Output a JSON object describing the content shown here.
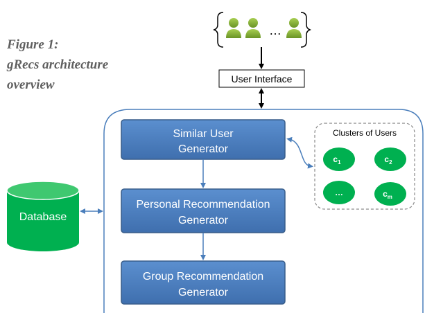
{
  "caption": {
    "line1": "Figure 1:",
    "line2": "gRecs architecture",
    "line3": "overview"
  },
  "users": {
    "ellipsis": "…"
  },
  "user_interface": {
    "label": "User Interface"
  },
  "database": {
    "label": "Database"
  },
  "modules": {
    "similar_user": {
      "line1": "Similar User",
      "line2": "Generator"
    },
    "personal": {
      "line1": "Personal Recommendation",
      "line2": "Generator"
    },
    "group": {
      "line1": "Group Recommendation",
      "line2": "Generator"
    }
  },
  "clusters": {
    "title": "Clusters of Users",
    "c1": {
      "letter": "c",
      "sub": "1"
    },
    "c2": {
      "letter": "c",
      "sub": "2"
    },
    "ellipsis": "…",
    "cm": {
      "letter": "c",
      "sub": "m"
    }
  },
  "colors": {
    "module_fill": "#4f81bd",
    "module_stroke": "#385d8a",
    "green": "#00b050",
    "arrow_blue": "#4a7ebb",
    "person_green": "#7aa22e",
    "caption_gray": "#5f5f5f"
  }
}
